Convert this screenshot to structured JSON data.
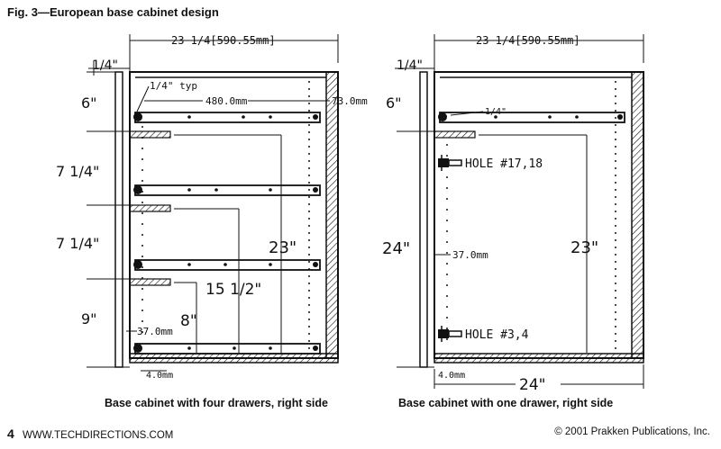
{
  "figure": {
    "title": "Fig. 3—European base cabinet design"
  },
  "left_cabinet": {
    "caption": "Base cabinet with four drawers, right side",
    "width_dim": "23 1/4[590.55mm]",
    "top_gap": "1/4\"",
    "typ_note": "1/4\"  typ",
    "slide_length": "480.0mm",
    "front_offset": "73.0mm",
    "drawer_heights": [
      "6\"",
      "7  1/4\"",
      "7  1/4\"",
      "9\""
    ],
    "height_dim": "23\"",
    "mid_dim": "15  1/2\"",
    "low_dim": "8\"",
    "hole_offset": "37.0mm",
    "bottom_offset": "4.0mm"
  },
  "right_cabinet": {
    "caption": "Base cabinet with one drawer, right side",
    "width_dim": "23 1/4[590.55mm]",
    "top_gap": "1/4\"",
    "drawer_height": "6\"",
    "slide_note": "1/4\"",
    "hole_upper": "HOLE #17,18",
    "hole_lower": "HOLE #3,4",
    "total_height": "24\"",
    "height_dim": "23\"",
    "hole_offset": "37.0mm",
    "bottom_offset": "4.0mm",
    "depth_dim": "24\""
  },
  "footer": {
    "page_number": "4",
    "website": "WWW.TECHDIRECTIONS.COM",
    "copyright": "© 2001 Prakken Publications, Inc."
  }
}
